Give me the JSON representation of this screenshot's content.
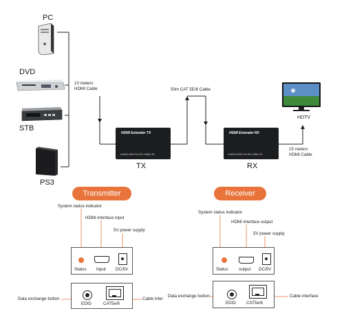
{
  "sources": [
    {
      "label": "PC",
      "icon": "pc-tower-icon"
    },
    {
      "label": "DVD",
      "icon": "dvd-player-icon"
    },
    {
      "label": "STB",
      "icon": "set-top-box-icon"
    },
    {
      "label": "PS3",
      "icon": "ps3-console-icon"
    }
  ],
  "cables": {
    "input_cable": "10 meters\nHDMI Cable",
    "link_cable": "50m CAT 5E/6 Cable",
    "output_cable": "15 meters\nHDMI Cable"
  },
  "tx_device": {
    "logo": "HDMI Extender TX",
    "caption": "Cat5e/6-50M Full-HD-1080p 3D",
    "label": "TX"
  },
  "rx_device": {
    "logo": "HDMI Extender RX",
    "caption": "Cat5e/6-50M Full-HD-1080p 3D",
    "label": "RX"
  },
  "display": {
    "label": "HDTV",
    "icon": "hdtv-icon"
  },
  "transmitter": {
    "title": "Transmitter",
    "system_status": "System status indicator",
    "hdmi_interface": "HDMI interface input",
    "power_supply": "5V power supply",
    "status_label": "Status",
    "port_label": "Input",
    "power_label": "DC/5V",
    "data_exchange": "Data exchange button",
    "edid_label": "EDID",
    "cat_label": "CAT5e/6",
    "cable_interface": "Cable inter"
  },
  "receiver": {
    "title": "Receiver",
    "system_status": "System status indicator",
    "hdmi_interface": "HDMI interface output",
    "power_supply": "5V power supply",
    "status_label": "Status",
    "port_label": "output",
    "power_label": "DC/5V",
    "data_exchange": "Data exchange button",
    "edid_label": "EDID",
    "cat_label": "CAT5e/6",
    "cable_interface": "Cable interface"
  },
  "colors": {
    "accent": "#e8743b",
    "device": "#1b1d1f",
    "line": "#222222"
  }
}
